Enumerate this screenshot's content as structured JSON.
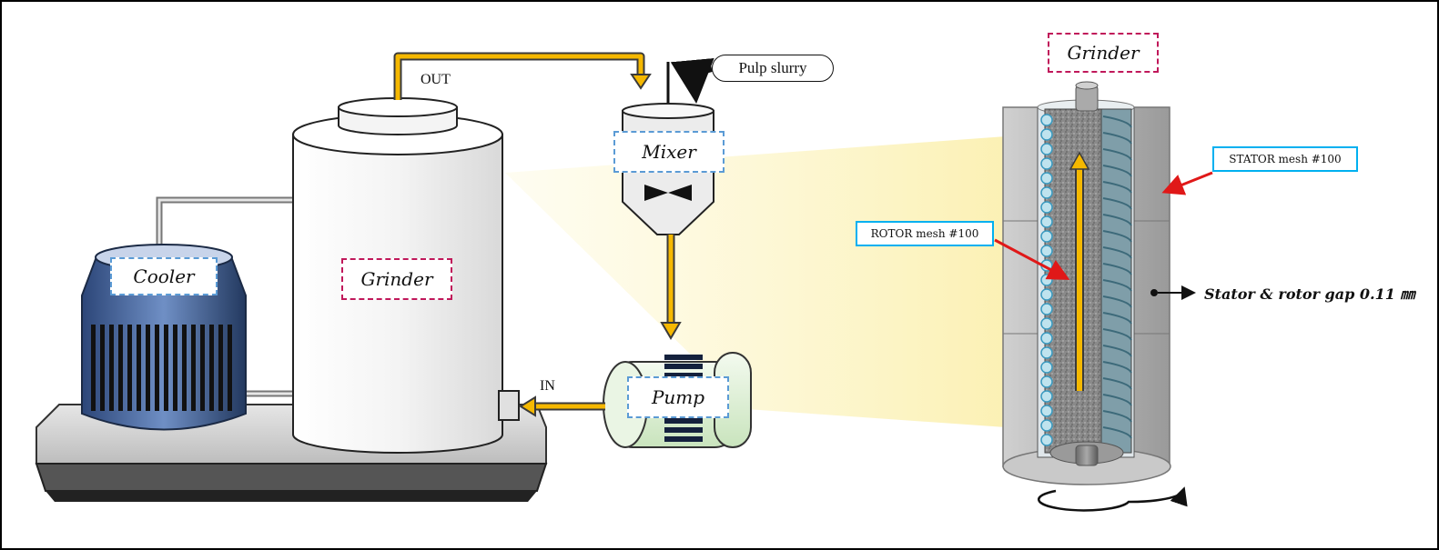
{
  "labels": {
    "out": "OUT",
    "in": "IN",
    "pulp_slurry": "Pulp slurry",
    "mixer": "Mixer",
    "cooler": "Cooler",
    "grinder_left": "Grinder",
    "pump": "Pump",
    "grinder_right": "Grinder",
    "stator_mesh": "STATOR mesh  #100",
    "rotor_mesh": "ROTOR mesh #100",
    "gap": "Stator & rotor gap 0.11 ㎜"
  },
  "colors": {
    "pipe": "#f5b800",
    "pipe_outline": "#3a3a3a",
    "highlight": "#fdf6c8",
    "label_blue_dash": "#5b9bd5",
    "label_red_dash": "#c0185a",
    "callout_border": "#00b0f0",
    "pointer": "#e01818",
    "cooler_body": "#3f5f9a"
  }
}
